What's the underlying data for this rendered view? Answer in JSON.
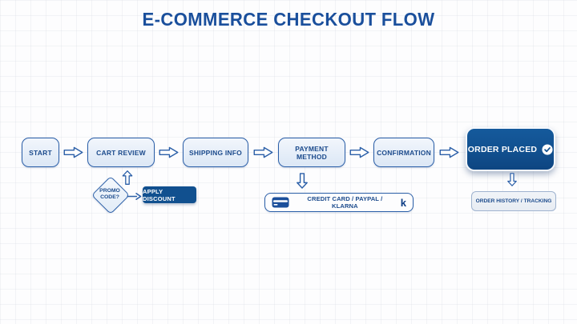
{
  "title": "E-COMMERCE CHECKOUT FLOW",
  "steps": [
    {
      "label": "START"
    },
    {
      "label": "CART REVIEW"
    },
    {
      "label": "SHIPPING INFO"
    },
    {
      "label": "PAYMENT METHOD"
    },
    {
      "label": "CONFIRMATION"
    },
    {
      "label": "ORDER PLACED"
    }
  ],
  "promo": {
    "diamond_line1": "PROMO",
    "diamond_line2": "CODE?",
    "action_label": "APPLY DISCOUNT"
  },
  "payment_detail": {
    "label": "CREDIT CARD / PAYPAL / KLARNA",
    "klarna_logo": "k"
  },
  "post_order": {
    "label": "ORDER HISTORY / TRACKING"
  },
  "icons": {
    "order_placed": "check-circle",
    "payment": "credit-card",
    "connectors": [
      "arrow-right",
      "arrow-up",
      "arrow-down"
    ]
  },
  "colors": {
    "title_blue": "#1a4f9c",
    "node_border": "#2b5fa8",
    "node_fill_light": "#e9f0f9",
    "node_fill_dark": "#11508f",
    "text_blue": "#1b4a8c",
    "background": "#fdfdfe"
  }
}
